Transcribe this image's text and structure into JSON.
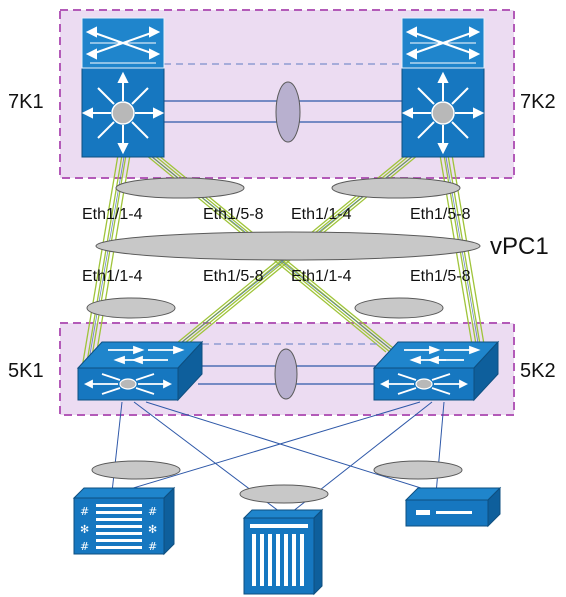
{
  "colors": {
    "group_fill": "#ecdcf2",
    "group_border": "#b35ab8",
    "device_blue": "#1677c0",
    "device_dark": "#0e5f9c",
    "link_green": "#9fc43a",
    "link_blue": "#2e58a8",
    "link_dashed": "#7b8fcc",
    "ellipse_gray": "#c8c8c8",
    "ellipse_purple": "#b8b0cf",
    "ellipse_stroke": "#5a5a5a"
  },
  "nodes": {
    "n7k1": {
      "label": "7K1",
      "icon": "nexus-7000-switch-icon"
    },
    "n7k2": {
      "label": "7K2",
      "icon": "nexus-7000-switch-icon"
    },
    "n5k1": {
      "label": "5K1",
      "icon": "nexus-5000-switch-icon"
    },
    "n5k2": {
      "label": "5K2",
      "icon": "nexus-5000-switch-icon"
    },
    "server_blade": {
      "icon": "blade-server-icon"
    },
    "server_rack": {
      "icon": "rack-server-icon"
    },
    "server_appliance": {
      "icon": "appliance-server-icon"
    }
  },
  "ports": {
    "top_left_1": "Eth1/1-4",
    "top_left_2": "Eth1/5-8",
    "top_right_1": "Eth1/1-4",
    "top_right_2": "Eth1/5-8",
    "bottom_left_1": "Eth1/1-4",
    "bottom_left_2": "Eth1/5-8",
    "bottom_right_1": "Eth1/1-4",
    "bottom_right_2": "Eth1/5-8"
  },
  "vpc": {
    "label": "vPC1"
  }
}
